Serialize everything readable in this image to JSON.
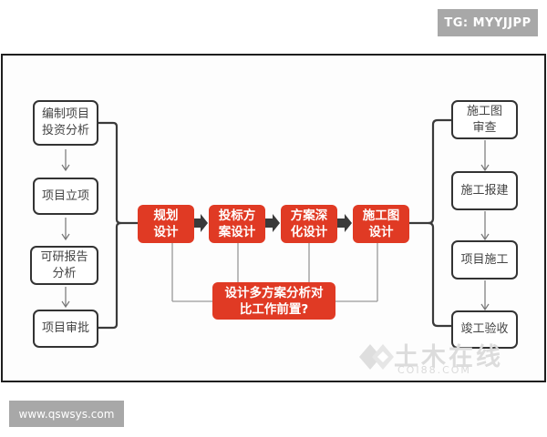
{
  "watermarks": {
    "top_right": "TG: MYYJJPP",
    "bottom_left": "www.qswsys.com",
    "logo_text": "土木在线",
    "logo_sub": "COI88.COM"
  },
  "colors": {
    "red_box": "#e03a24",
    "node_border": "#333333",
    "connector": "#9a9a9a",
    "arrow": "#3a3a3a"
  },
  "left_column": {
    "nodes": [
      {
        "label": "编制项目\n投资分析"
      },
      {
        "label": "项目立项"
      },
      {
        "label": "可研报告\n分析"
      },
      {
        "label": "项目审批"
      }
    ]
  },
  "center_flow": {
    "steps": [
      {
        "label": "规划\n设计"
      },
      {
        "label": "投标方\n案设计"
      },
      {
        "label": "方案深\n化设计"
      },
      {
        "label": "施工图\n设计"
      }
    ],
    "question": "设计多方案分析对\n比工作前置?"
  },
  "right_column": {
    "nodes": [
      {
        "label": "施工图\n审查"
      },
      {
        "label": "施工报建"
      },
      {
        "label": "项目施工"
      },
      {
        "label": "竣工验收"
      }
    ]
  }
}
